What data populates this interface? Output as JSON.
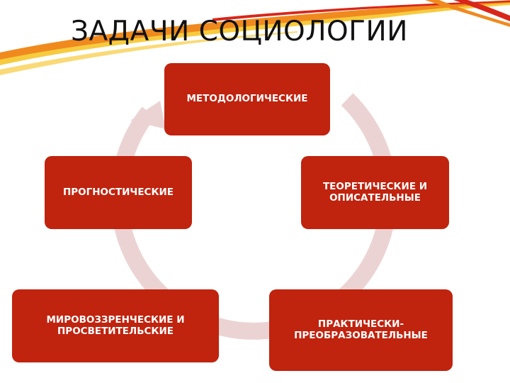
{
  "slide": {
    "title": "ЗАДАЧИ СОЦИОЛОГИИ"
  },
  "diagram": {
    "type": "cycle",
    "nodes": [
      {
        "id": "n1",
        "label": "МЕТОДОЛОГИЧЕСКИЕ"
      },
      {
        "id": "n2",
        "label": "ТЕОРЕТИЧЕСКИЕ И ОПИСАТЕЛЬНЫЕ"
      },
      {
        "id": "n3",
        "label": "ПРАКТИЧЕСКИ-ПРЕОБРАЗОВАТЕЛЬНЫЕ"
      },
      {
        "id": "n4",
        "label": "МИРОВОЗЗРЕНЧЕСКИЕ И ПРОСВЕТИТЕЛЬСКИЕ"
      },
      {
        "id": "n5",
        "label": "ПРОГНОСТИЧЕСКИЕ"
      }
    ],
    "colors": {
      "node_fill": "#c0230e",
      "node_text": "#ffffff",
      "cycle_arrow": "#ecd3d3",
      "swoosh_red": "#d8261a",
      "swoosh_orange": "#f08a1e",
      "swoosh_yellow": "#f6c21c"
    }
  }
}
